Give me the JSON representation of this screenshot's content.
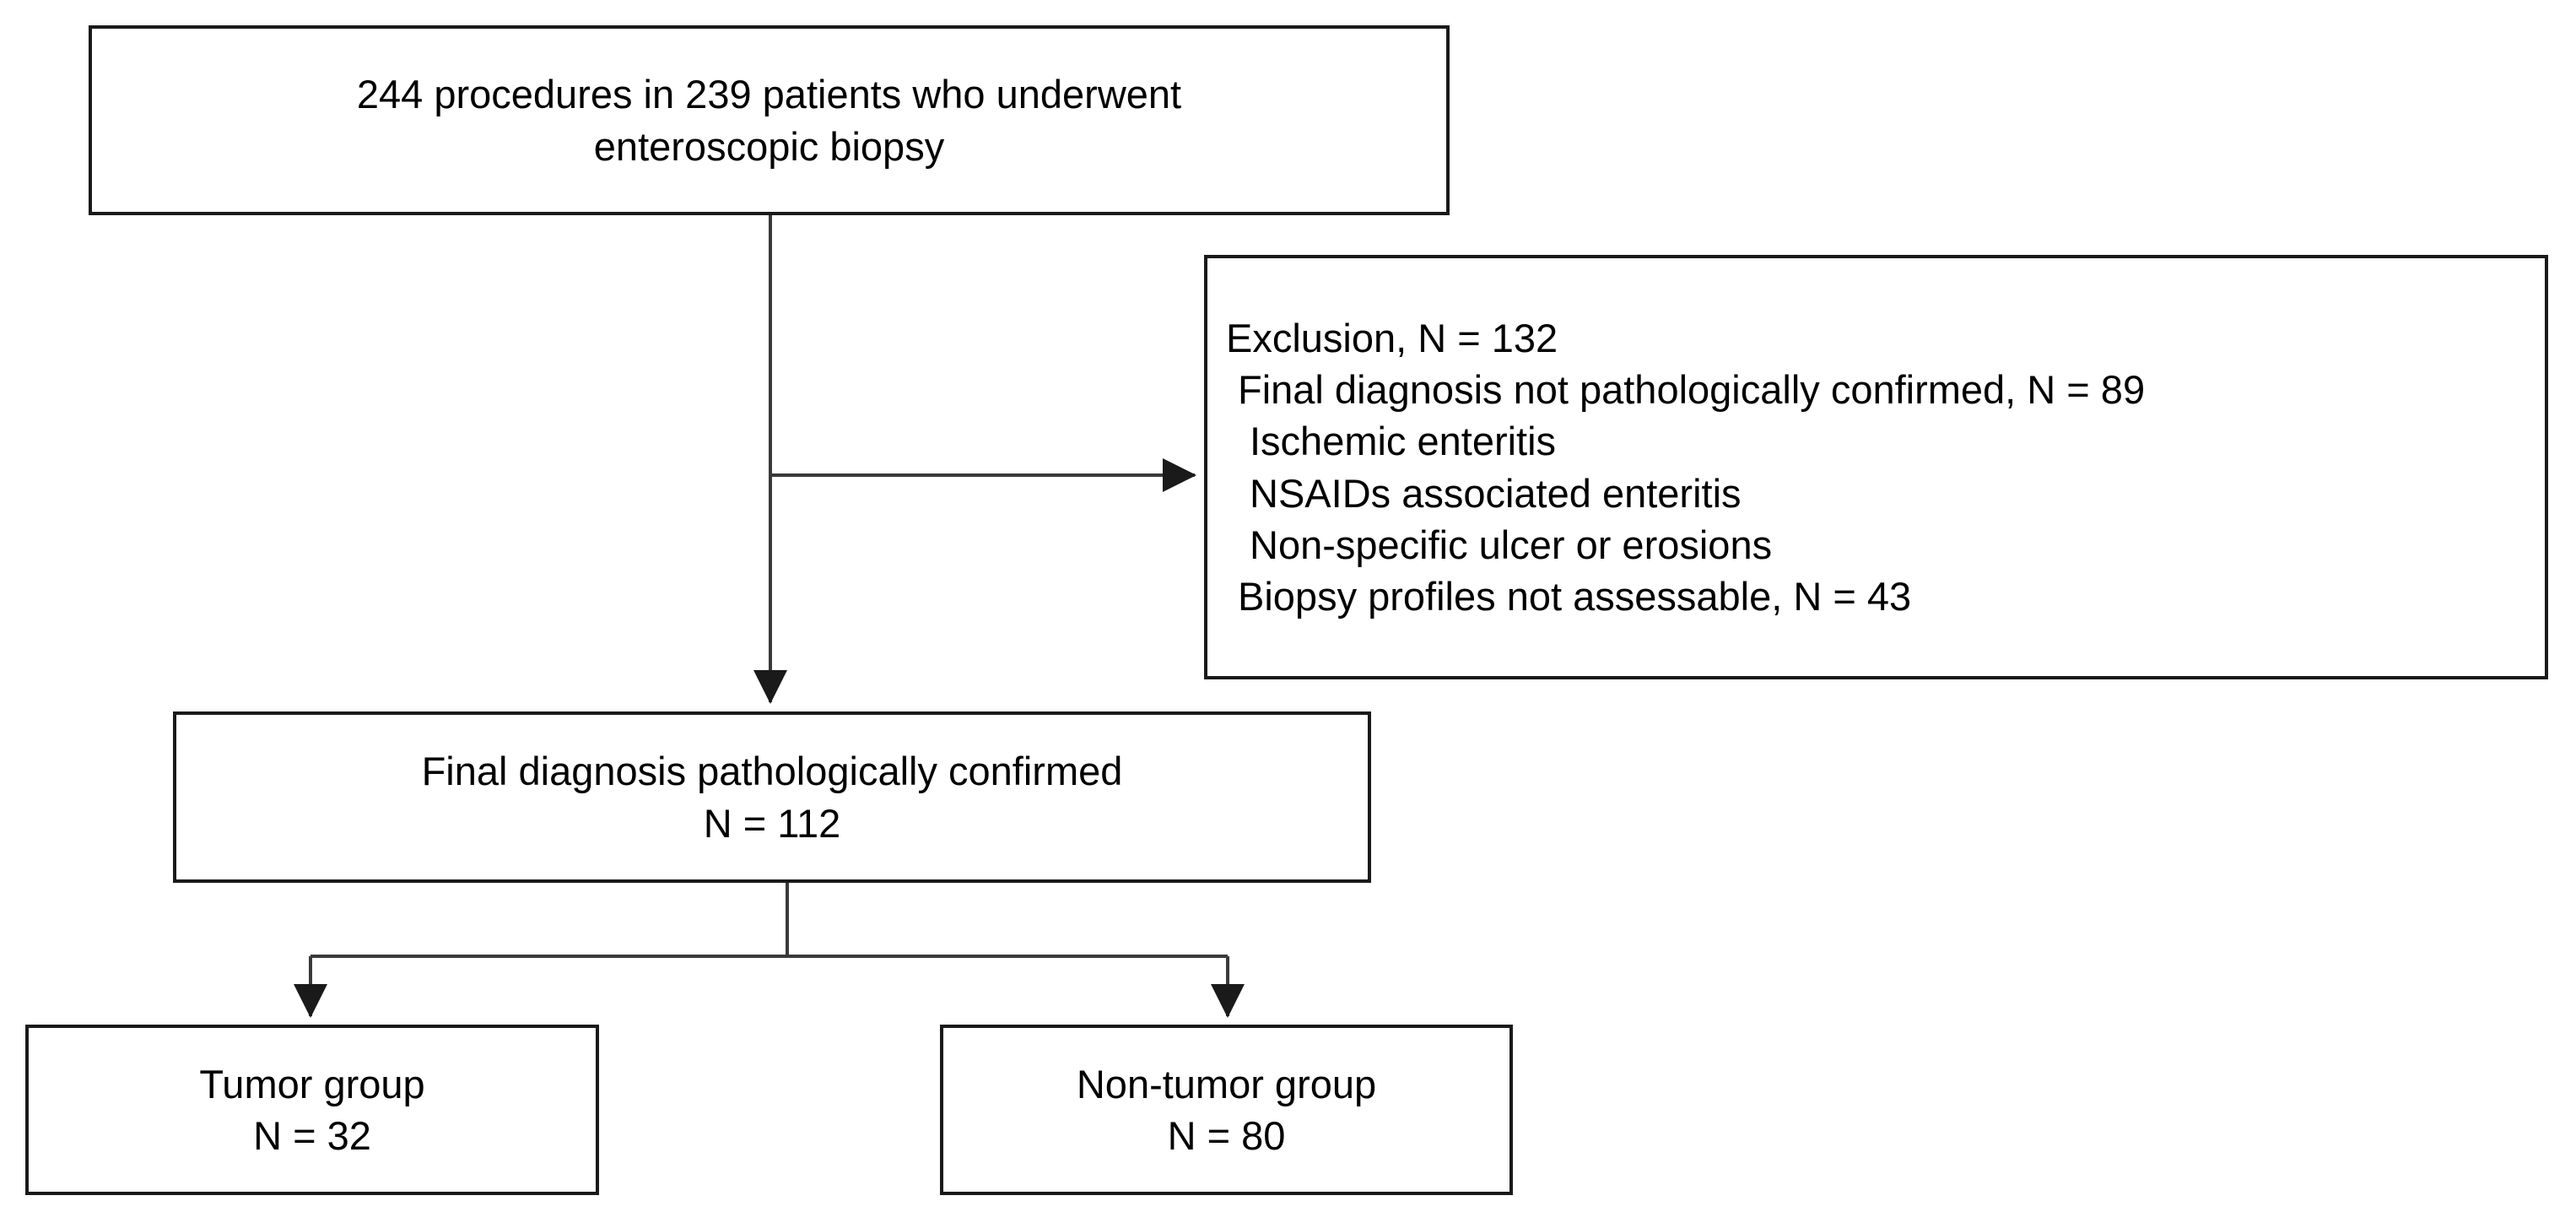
{
  "diagram": {
    "title": "Enteroscopic biopsy study flow diagram",
    "type": "flowchart",
    "stroke_color": "#1a1a1a",
    "background_color": "#ffffff",
    "text_color": "#000000"
  },
  "nodes": {
    "enrollment": {
      "id": "enrollment",
      "lines": [
        "244 procedures in 239 patients who underwent",
        "enteroscopic biopsy"
      ],
      "counts": {
        "procedures": 244,
        "patients": 239
      }
    },
    "exclusion": {
      "id": "exclusion",
      "lines": [
        "Exclusion, N = 132",
        "Final diagnosis not pathologically confirmed, N = 89",
        "Ischemic enteritis",
        "NSAIDs associated enteritis",
        "Non-specific ulcer or erosions",
        "Biopsy profiles not assessable, N = 43"
      ],
      "indents": [
        0,
        1,
        2,
        2,
        2,
        1
      ],
      "counts": {
        "total_excluded": 132,
        "not_pathologically_confirmed": 89,
        "biopsy_profiles_not_assessable": 43
      }
    },
    "confirmed": {
      "id": "confirmed",
      "lines": [
        "Final diagnosis pathologically confirmed",
        "N = 112"
      ],
      "counts": {
        "n": 112
      }
    },
    "tumor": {
      "id": "tumor",
      "lines": [
        "Tumor group",
        "N = 32"
      ],
      "counts": {
        "n": 32
      }
    },
    "nontumor": {
      "id": "nontumor",
      "lines": [
        "Non-tumor group",
        "N = 80"
      ],
      "counts": {
        "n": 80
      }
    }
  },
  "connectors": [
    {
      "name": "enrollment-to-confirmed",
      "style": "vertical-arrow"
    },
    {
      "name": "enrollment-to-exclusion",
      "style": "horizontal-arrow"
    },
    {
      "name": "confirmed-to-tumor",
      "style": "elbow-arrow"
    },
    {
      "name": "confirmed-to-nontumor",
      "style": "elbow-arrow"
    }
  ]
}
